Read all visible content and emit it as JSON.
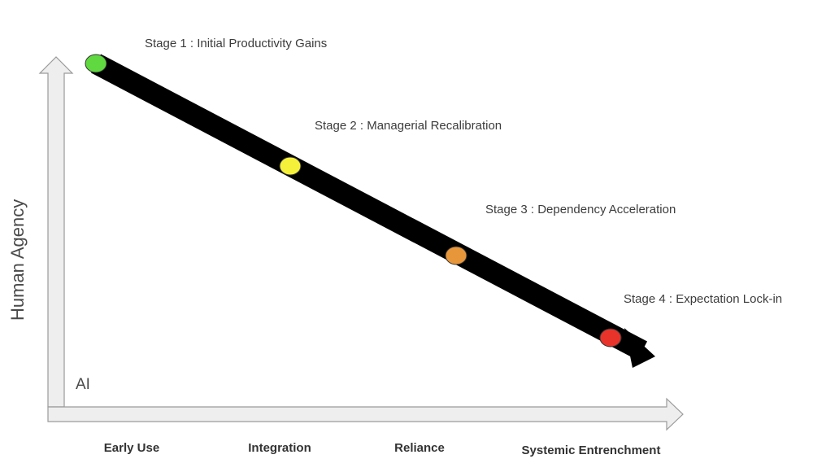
{
  "diagram": {
    "y_axis_label": "Human Agency",
    "origin_label": "AI",
    "x_axis_categories": [
      "Early Use",
      "Integration",
      "Reliance",
      "Systemic Entrenchment"
    ],
    "stages": [
      {
        "label": "Stage 1 : Initial Productivity Gains",
        "color": "#5fd93f"
      },
      {
        "label": "Stage 2 : Managerial Recalibration",
        "color": "#f5f03a"
      },
      {
        "label": "Stage 3 : Dependency Acceleration",
        "color": "#e8963a"
      },
      {
        "label": "Stage 4 : Expectation Lock-in",
        "color": "#e8332a"
      }
    ],
    "axis_color": "#eeeeee",
    "trend_color": "#000000"
  }
}
